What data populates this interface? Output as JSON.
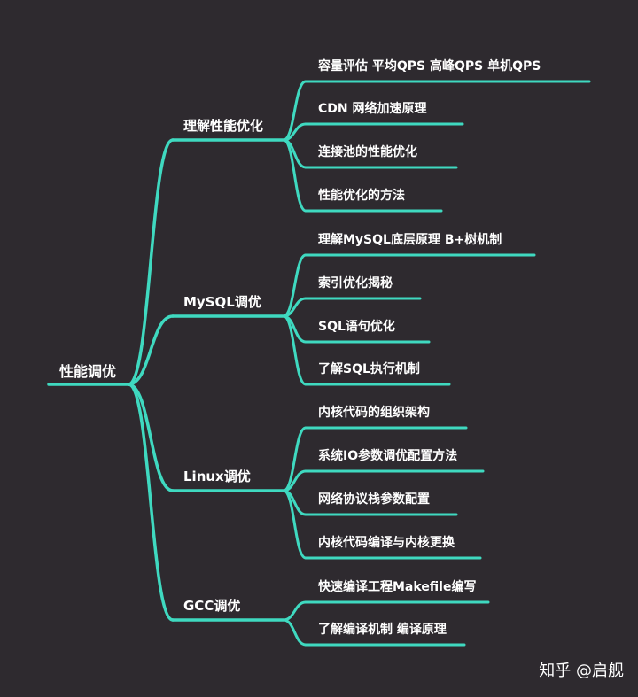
{
  "colors": {
    "background": "#2e2a2f",
    "line": "#3fd9c0",
    "text": "#ffffff"
  },
  "mindmap": {
    "root": {
      "label": "性能调优"
    },
    "branches": [
      {
        "label": "理解性能优化",
        "children": [
          {
            "label": "容量评估 平均QPS  高峰QPS  单机QPS"
          },
          {
            "label": "CDN 网络加速原理"
          },
          {
            "label": "连接池的性能优化"
          },
          {
            "label": "性能优化的方法"
          }
        ]
      },
      {
        "label": "MySQL调优",
        "children": [
          {
            "label": "理解MySQL底层原理  B+树机制"
          },
          {
            "label": "索引优化揭秘"
          },
          {
            "label": "SQL语句优化"
          },
          {
            "label": "了解SQL执行机制"
          }
        ]
      },
      {
        "label": "Linux调优",
        "children": [
          {
            "label": "内核代码的组织架构"
          },
          {
            "label": "系统IO参数调优配置方法"
          },
          {
            "label": "网络协议栈参数配置"
          },
          {
            "label": "内核代码编译与内核更换"
          }
        ]
      },
      {
        "label": "GCC调优",
        "children": [
          {
            "label": "快速编译工程Makefile编写"
          },
          {
            "label": "了解编译机制  编译原理"
          }
        ]
      }
    ]
  },
  "watermark": "知乎 @启舰"
}
